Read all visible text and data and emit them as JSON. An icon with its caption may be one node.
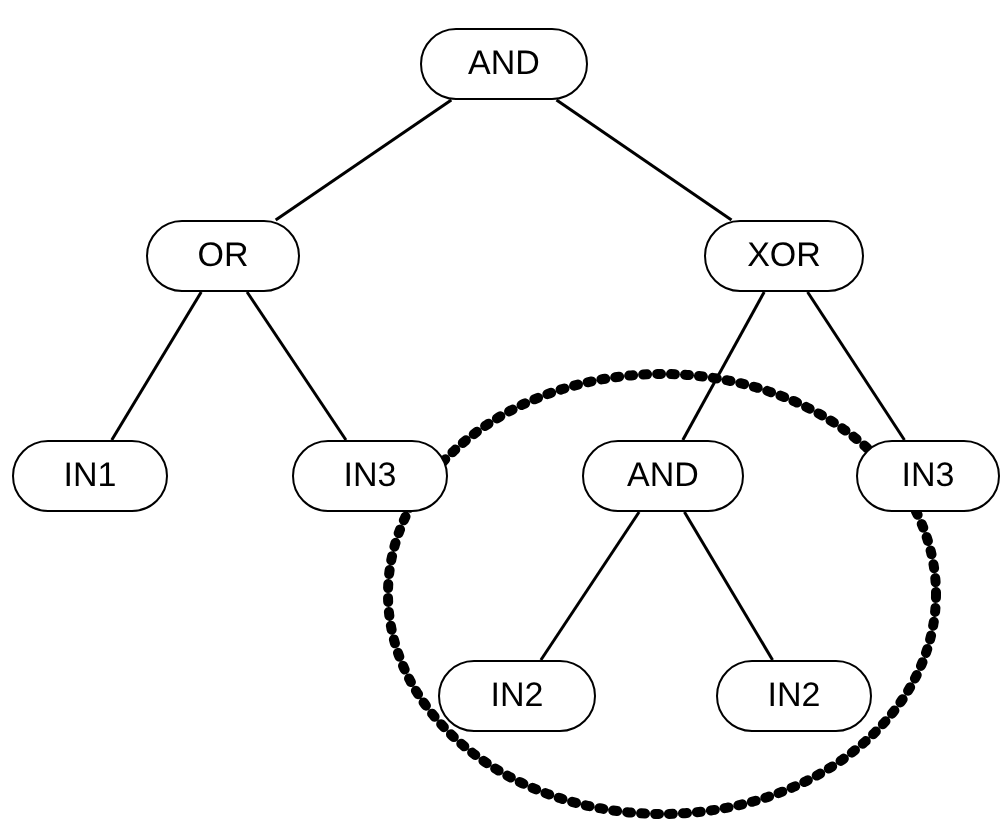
{
  "diagram": {
    "nodes": [
      {
        "text": [
          "AND"
        ]
      },
      {
        "text": [
          "OR"
        ]
      },
      {
        "text": [
          "XOR"
        ]
      },
      {
        "text": [
          "IN1"
        ]
      },
      {
        "text": [
          "IN3"
        ]
      },
      {
        "text": [
          "AND"
        ]
      },
      {
        "text": [
          "IN3"
        ]
      },
      {
        "text": [
          "IN2"
        ]
      },
      {
        "text": [
          "IN2"
        ]
      }
    ],
    "edges": [
      {
        "from": 0,
        "to": 1,
        "arrow": "none"
      },
      {
        "from": 0,
        "to": 2,
        "arrow": "none"
      },
      {
        "from": 1,
        "to": 3,
        "arrow": "none"
      },
      {
        "from": 1,
        "to": 4,
        "arrow": "none"
      },
      {
        "from": 2,
        "to": 5,
        "arrow": "none"
      },
      {
        "from": 2,
        "to": 6,
        "arrow": "none"
      },
      {
        "from": 5,
        "to": 7,
        "arrow": "none"
      },
      {
        "from": 5,
        "to": 8,
        "arrow": "none"
      }
    ]
  }
}
